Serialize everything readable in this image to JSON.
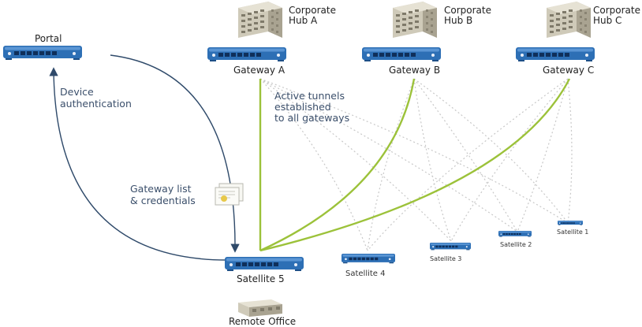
{
  "portal": {
    "label": "Portal"
  },
  "hubs": [
    {
      "line1": "Corporate",
      "line2": "Hub A"
    },
    {
      "line1": "Corporate",
      "line2": "Hub B"
    },
    {
      "line1": "Corporate",
      "line2": "Hub C"
    }
  ],
  "gateways": [
    {
      "label": "Gateway A"
    },
    {
      "label": "Gateway B"
    },
    {
      "label": "Gateway C"
    }
  ],
  "annotations": {
    "device_auth_line1": "Device",
    "device_auth_line2": "authentication",
    "tunnels_line1": "Active tunnels",
    "tunnels_line2": "established",
    "tunnels_line3": "to all gateways",
    "gwlist_line1": "Gateway list",
    "gwlist_line2": "& credentials"
  },
  "satellites": [
    {
      "label": "Satellite 5"
    },
    {
      "label": "Satellite 4"
    },
    {
      "label": "Satellite 3"
    },
    {
      "label": "Satellite 2"
    },
    {
      "label": "Satellite 1"
    }
  ],
  "remote_office": {
    "label": "Remote Office"
  },
  "colors": {
    "device_blue": "#2d6fb5",
    "tunnel_green": "#9cc23a",
    "arrow_navy": "#2f4a6a",
    "dotted_gray": "#c8c8c8"
  }
}
